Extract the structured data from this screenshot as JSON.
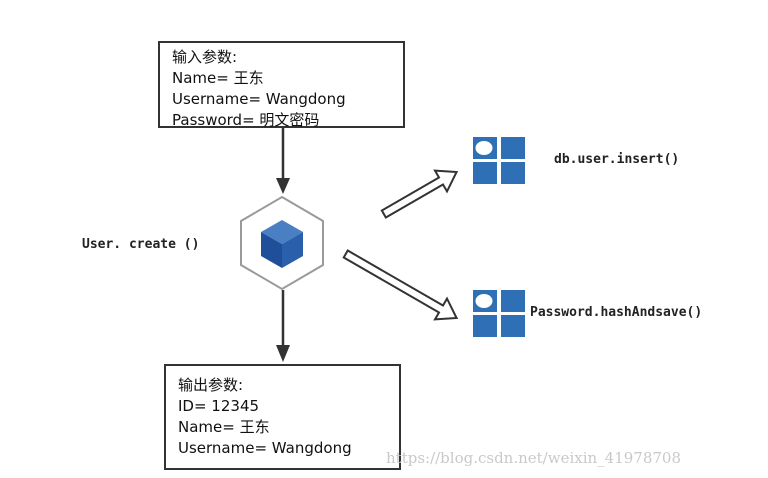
{
  "input_box": {
    "lines": [
      "输入参数:",
      "Name= 王东",
      "Username= Wangdong",
      "Password= 明文密码"
    ]
  },
  "output_box": {
    "lines": [
      "输出参数:",
      "ID= 12345",
      "Name= 王东",
      "Username= Wangdong"
    ]
  },
  "labels": {
    "create": "User. create ()",
    "insert": "db.user.insert()",
    "hash": "Password.hashAndsave()"
  },
  "watermark": "https://blog.csdn.net/weixin_41978708",
  "colors": {
    "icon_blue": "#2f6fb6",
    "cube_dark": "#1f4f98",
    "arrow": "#333333",
    "hexagon_stroke": "#9a9a9a"
  },
  "icons": {
    "center": "cube-in-hexagon-icon",
    "module": "grid-module-icon"
  }
}
